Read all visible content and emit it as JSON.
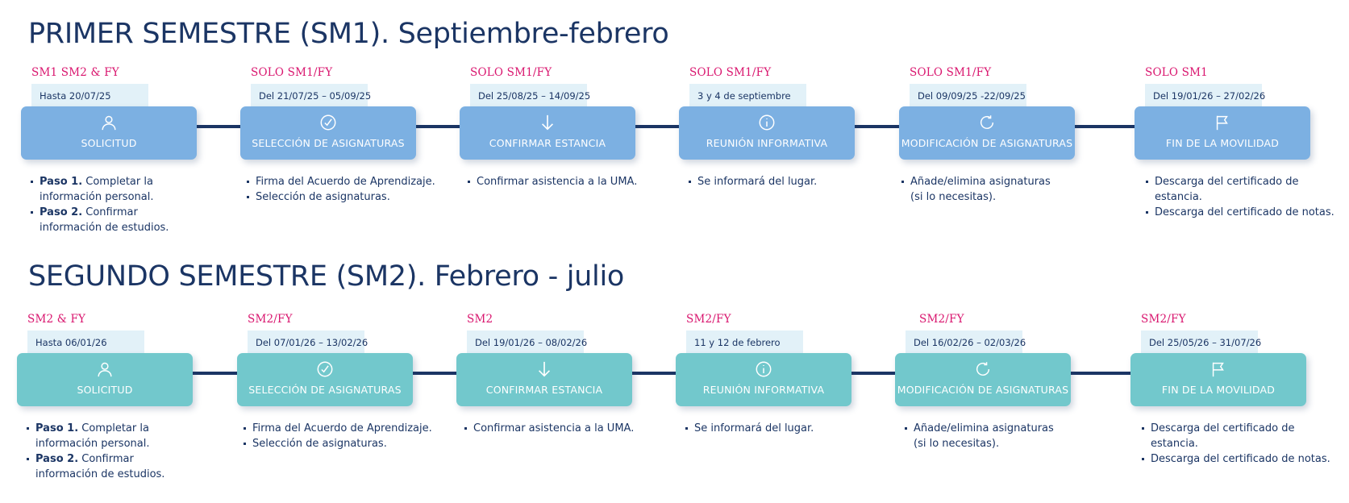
{
  "sections": [
    {
      "title": "PRIMER SEMESTRE (SM1). Septiembre-febrero",
      "steps": [
        {
          "tag": "SM1 SM2 & FY",
          "date": "Hasta 20/07/25",
          "label": "SOLICITUD",
          "icon": "user-icon",
          "bullets": [
            {
              "bold": "Paso 1.",
              "text": " Completar la"
            },
            {
              "plain": true,
              "text": "información personal."
            },
            {
              "bold": "Paso 2.",
              "text": " Confirmar"
            },
            {
              "plain": true,
              "text": "información de estudios."
            }
          ]
        },
        {
          "tag": "SOLO SM1/FY",
          "date": "Del 21/07/25 – 05/09/25",
          "label": "SELECCIÓN DE ASIGNATURAS",
          "icon": "check-circle-icon",
          "bullets": [
            {
              "text": "Firma del Acuerdo de Aprendizaje."
            },
            {
              "text": "Selección de asignaturas."
            }
          ]
        },
        {
          "tag": "SOLO SM1/FY",
          "date": "Del 25/08/25 – 14/09/25",
          "label": "CONFIRMAR ESTANCIA",
          "icon": "arrow-down-icon",
          "bullets": [
            {
              "text": "Confirmar asistencia a la UMA."
            }
          ]
        },
        {
          "tag": "SOLO SM1/FY",
          "date": "3 y 4 de septiembre",
          "label": "REUNIÓN INFORMATIVA",
          "icon": "info-icon",
          "bullets": [
            {
              "text": "Se informará del lugar."
            }
          ]
        },
        {
          "tag": "SOLO SM1/FY",
          "date": "Del 09/09/25 -22/09/25",
          "label": "MODIFICACIÓN DE ASIGNATURAS",
          "icon": "refresh-icon",
          "bullets": [
            {
              "text": "Añade/elimina asignaturas"
            },
            {
              "plain": true,
              "text": "(si lo necesitas)."
            }
          ]
        },
        {
          "tag": "SOLO SM1",
          "date": "Del 19/01/26 – 27/02/26",
          "label": "FIN DE LA MOVILIDAD",
          "icon": "flag-icon",
          "bullets": [
            {
              "text": "Descarga del certificado de estancia."
            },
            {
              "text": "Descarga del certificado de notas."
            }
          ]
        }
      ]
    },
    {
      "title": "SEGUNDO SEMESTRE (SM2). Febrero - julio",
      "steps": [
        {
          "tag": "SM2 & FY",
          "date": "Hasta 06/01/26",
          "label": "SOLICITUD",
          "icon": "user-icon",
          "bullets": [
            {
              "bold": "Paso 1.",
              "text": " Completar la"
            },
            {
              "plain": true,
              "text": "información personal."
            },
            {
              "bold": "Paso 2.",
              "text": " Confirmar"
            },
            {
              "plain": true,
              "text": "información de estudios."
            }
          ]
        },
        {
          "tag": "SM2/FY",
          "date": "Del 07/01/26 – 13/02/26",
          "label": "SELECCIÓN DE ASIGNATURAS",
          "icon": "check-circle-icon",
          "bullets": [
            {
              "text": "Firma del Acuerdo de Aprendizaje."
            },
            {
              "text": "Selección de asignaturas."
            }
          ]
        },
        {
          "tag": "SM2",
          "date": "Del 19/01/26 – 08/02/26",
          "label": "CONFIRMAR ESTANCIA",
          "icon": "arrow-down-icon",
          "bullets": [
            {
              "text": "Confirmar asistencia a la UMA."
            }
          ]
        },
        {
          "tag": "SM2/FY",
          "date": "11 y 12 de febrero",
          "label": "REUNIÓN INFORMATIVA",
          "icon": "info-icon",
          "bullets": [
            {
              "text": "Se informará del lugar."
            }
          ]
        },
        {
          "tag": "SM2/FY",
          "date": "Del 16/02/26 – 02/03/26",
          "label": "MODIFICACIÓN DE ASIGNATURAS",
          "icon": "refresh-icon",
          "bullets": [
            {
              "text": "Añade/elimina asignaturas"
            },
            {
              "plain": true,
              "text": "(si lo necesitas)."
            }
          ]
        },
        {
          "tag": "SM2/FY",
          "date": "Del 25/05/26 – 31/07/26",
          "label": "FIN DE LA MOVILIDAD",
          "icon": "flag-icon",
          "bullets": [
            {
              "text": "Descarga del certificado de estancia."
            },
            {
              "text": "Descarga del certificado de notas."
            }
          ]
        }
      ]
    }
  ],
  "colors": {
    "section_1_card": "#7cb0e2",
    "section_2_card": "#72c8cc",
    "tag": "#d9156e",
    "navy": "#1b3564",
    "date_bg": "#e2f1f8"
  }
}
